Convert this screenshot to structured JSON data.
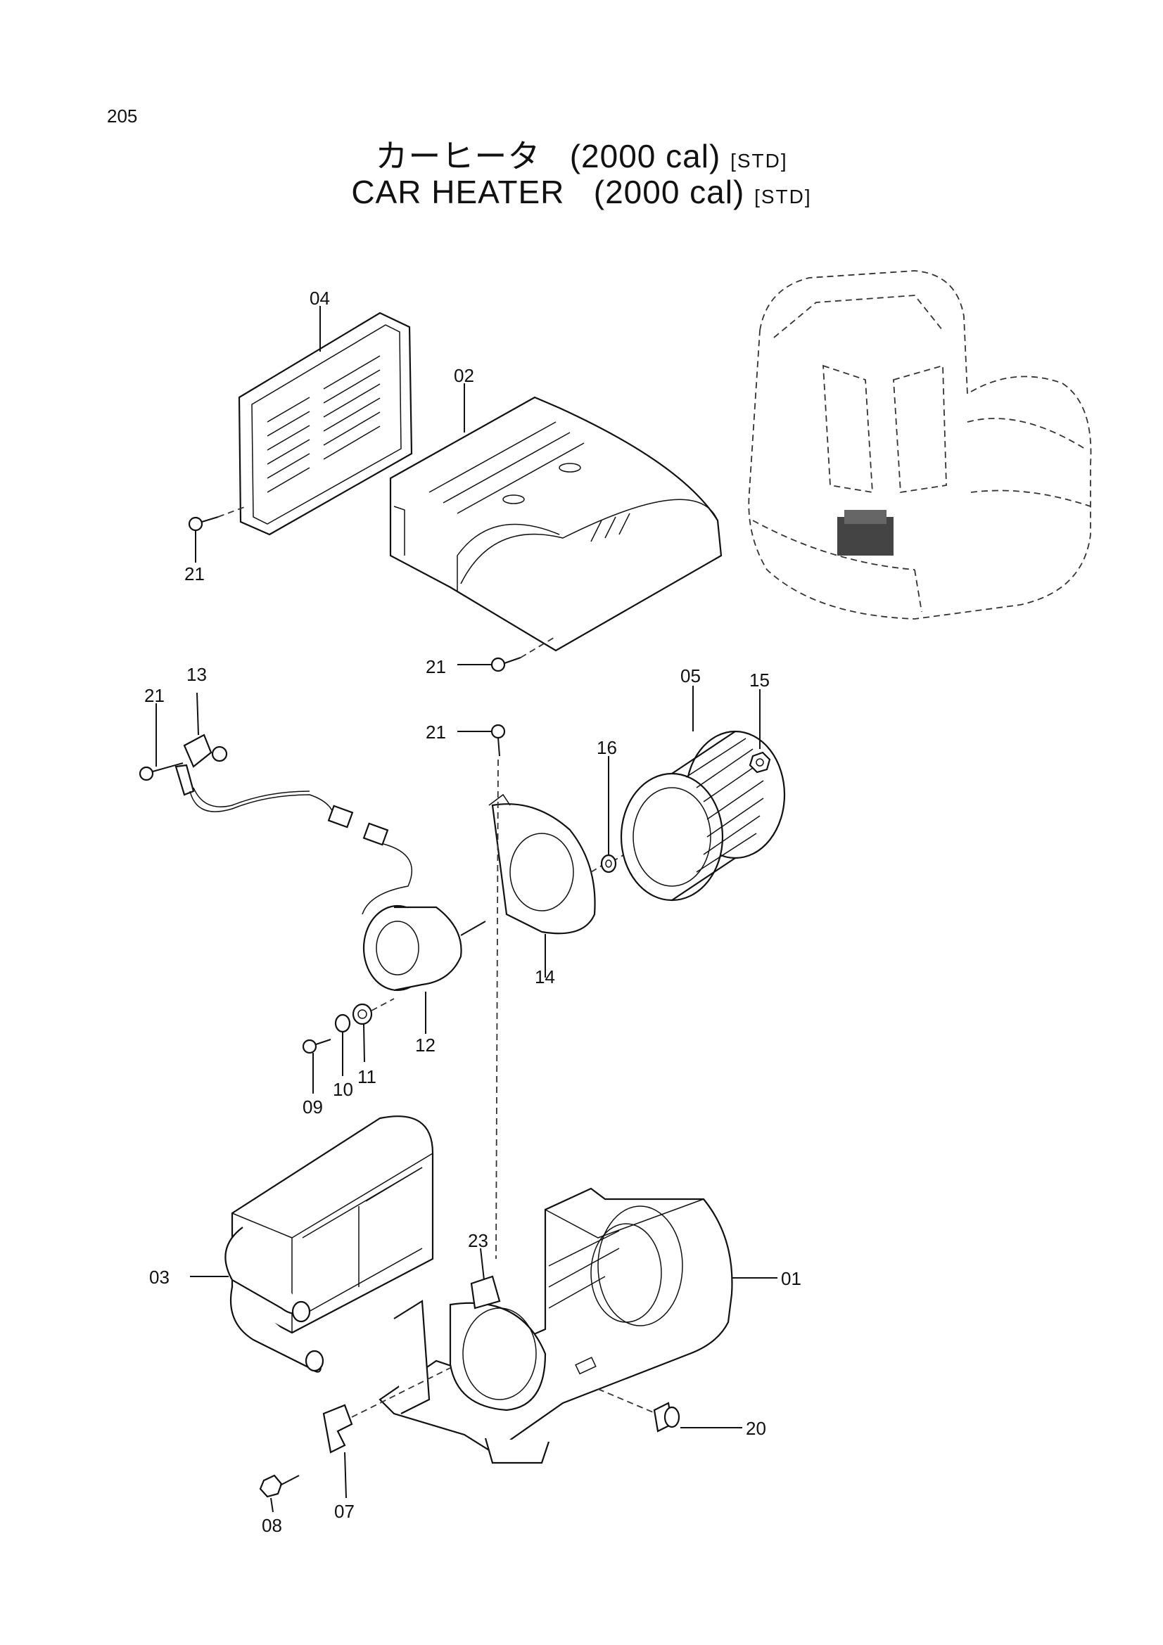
{
  "page_number": "205",
  "title": {
    "jp": "カーヒータ",
    "jp_spec": "(2000 cal)",
    "jp_tag": "[STD]",
    "en": "CAR HEATER",
    "en_spec": "(2000 cal)",
    "en_tag": "[STD]"
  },
  "callouts": {
    "p01": "01",
    "p02": "02",
    "p03": "03",
    "p04": "04",
    "p05": "05",
    "p07": "07",
    "p08": "08",
    "p09": "09",
    "p10": "10",
    "p11": "11",
    "p12": "12",
    "p13": "13",
    "p14": "14",
    "p15": "15",
    "p16": "16",
    "p20": "20",
    "p21": "21",
    "p23": "23"
  }
}
